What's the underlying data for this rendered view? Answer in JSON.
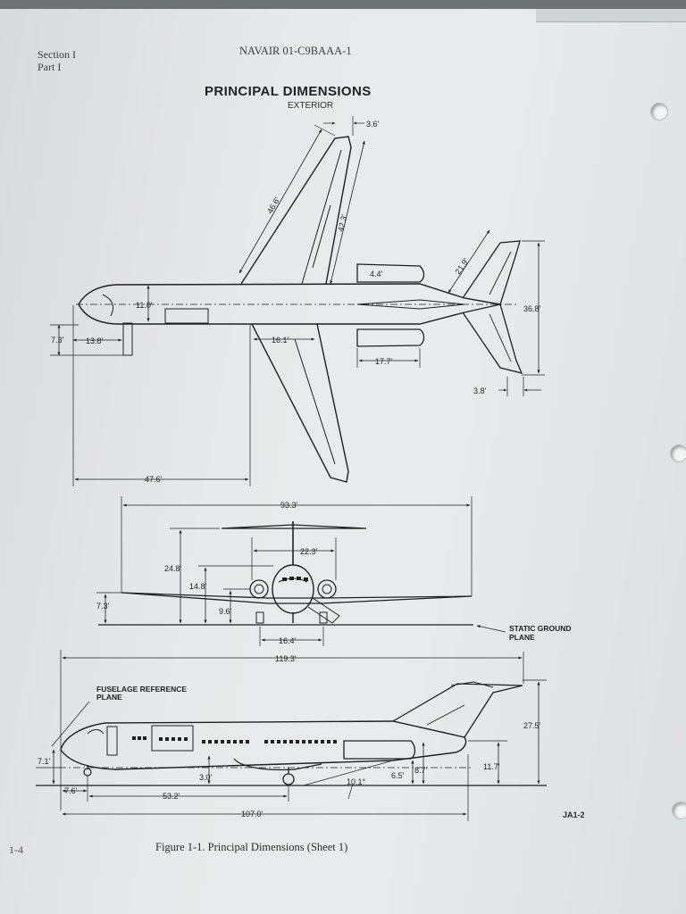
{
  "header": {
    "section": "Section I",
    "part": "Part I",
    "document_number": "NAVAIR 01-C9BAAA-1"
  },
  "title": "PRINCIPAL DIMENSIONS",
  "subtitle": "EXTERIOR",
  "top_view": {
    "dims": {
      "wing_span_half": "46.6'",
      "wing_inner": "42.3'",
      "wing_tip": "3.6'",
      "engine_width": "4.4'",
      "fuselage_width": "11.0'",
      "tail_span": "36.8'",
      "tail_chord": "21.9'",
      "gear_offset": "7.3'",
      "nose_to_gear": "13.8'",
      "wing_root": "16.1'",
      "engine_length": "17.7'",
      "tail_tip": "3.8'",
      "nose_to_wing": "47.6'"
    }
  },
  "front_view": {
    "dims": {
      "span": "93.3'",
      "tail_height": "24.8'",
      "stab_span": "22.3'",
      "fuselage_height": "14.8'",
      "engine_height": "9.6'",
      "ground_clearance": "7.3'",
      "main_gear_track": "16.4'"
    },
    "ground_plane_label": "STATIC GROUND\nPLANE"
  },
  "side_view": {
    "dims": {
      "overall_length": "119.3'",
      "height": "27.5'",
      "tail_height_lower": "11.7'",
      "ref_to_ground": "7.1'",
      "belly": "3.0'",
      "angle": "10.1°",
      "engine_lower": "6.5'",
      "engine_upper": "8.7'",
      "nose_gear": "7.6'",
      "nose_to_main": "53.2'",
      "ground_length": "107.0'"
    },
    "ref_plane_label": "FUSELAGE REFERENCE\nPLANE"
  },
  "job_code": "JA1-2",
  "page_number": "1-4",
  "figure_caption": "Figure 1-1.  Principal Dimensions (Sheet 1)",
  "colors": {
    "ink": "#1e2022",
    "paper": "#e6e8e9"
  }
}
